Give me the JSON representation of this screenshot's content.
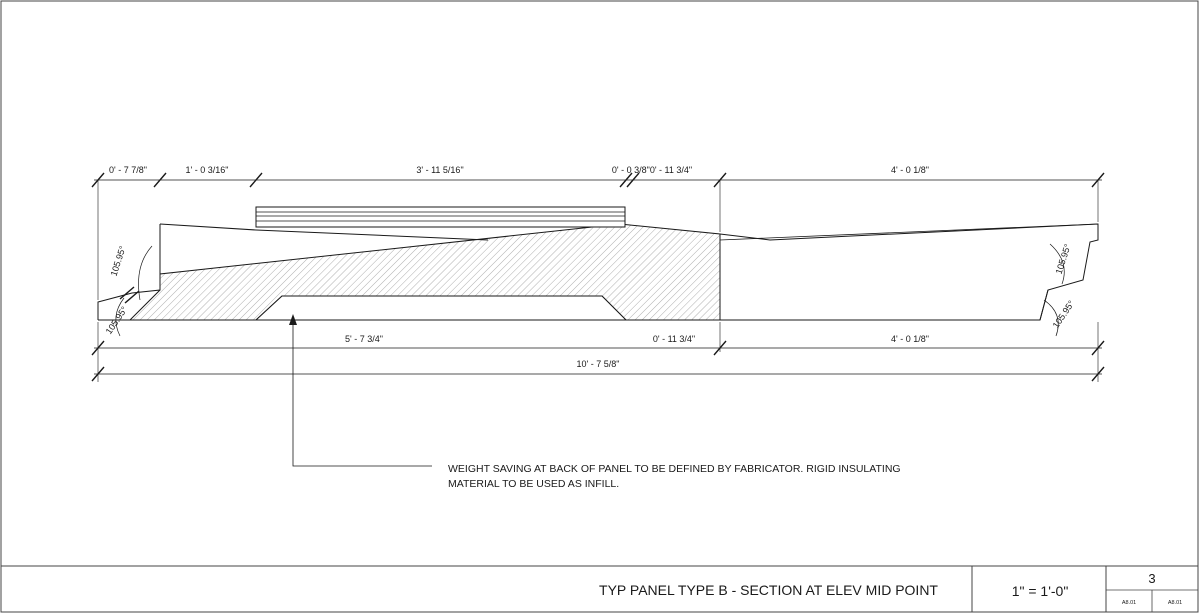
{
  "dimensions": {
    "top": {
      "seg1": "0' - 7 7/8\"",
      "seg2": "1' - 0 3/16\"",
      "seg3": "3' - 11 5/16\"",
      "seg4": "0' - 0 3/8\"0' - 11 3/4\"",
      "seg5": "4' - 0 1/8\""
    },
    "bottom": {
      "seg1": "5' - 7 3/4\"",
      "seg2": "0' - 11 3/4\"",
      "seg3": "4' - 0 1/8\"",
      "overall": "10' - 7 5/8\""
    },
    "angles": {
      "left_upper": "105.95°",
      "left_lower": "105.95°",
      "right_upper": "105.95°",
      "right_lower": "105.95°"
    }
  },
  "note": {
    "line1": "WEIGHT SAVING AT BACK OF PANEL TO BE DEFINED BY FABRICATOR.  RIGID INSULATING",
    "line2": "MATERIAL TO BE USED AS INFILL."
  },
  "title_block": {
    "title": "TYP PANEL TYPE B - SECTION AT ELEV MID POINT",
    "scale": "1\" = 1'-0\"",
    "detail_number": "3",
    "sheet_ref_1": "A8.01",
    "sheet_ref_2": "A8.01"
  }
}
